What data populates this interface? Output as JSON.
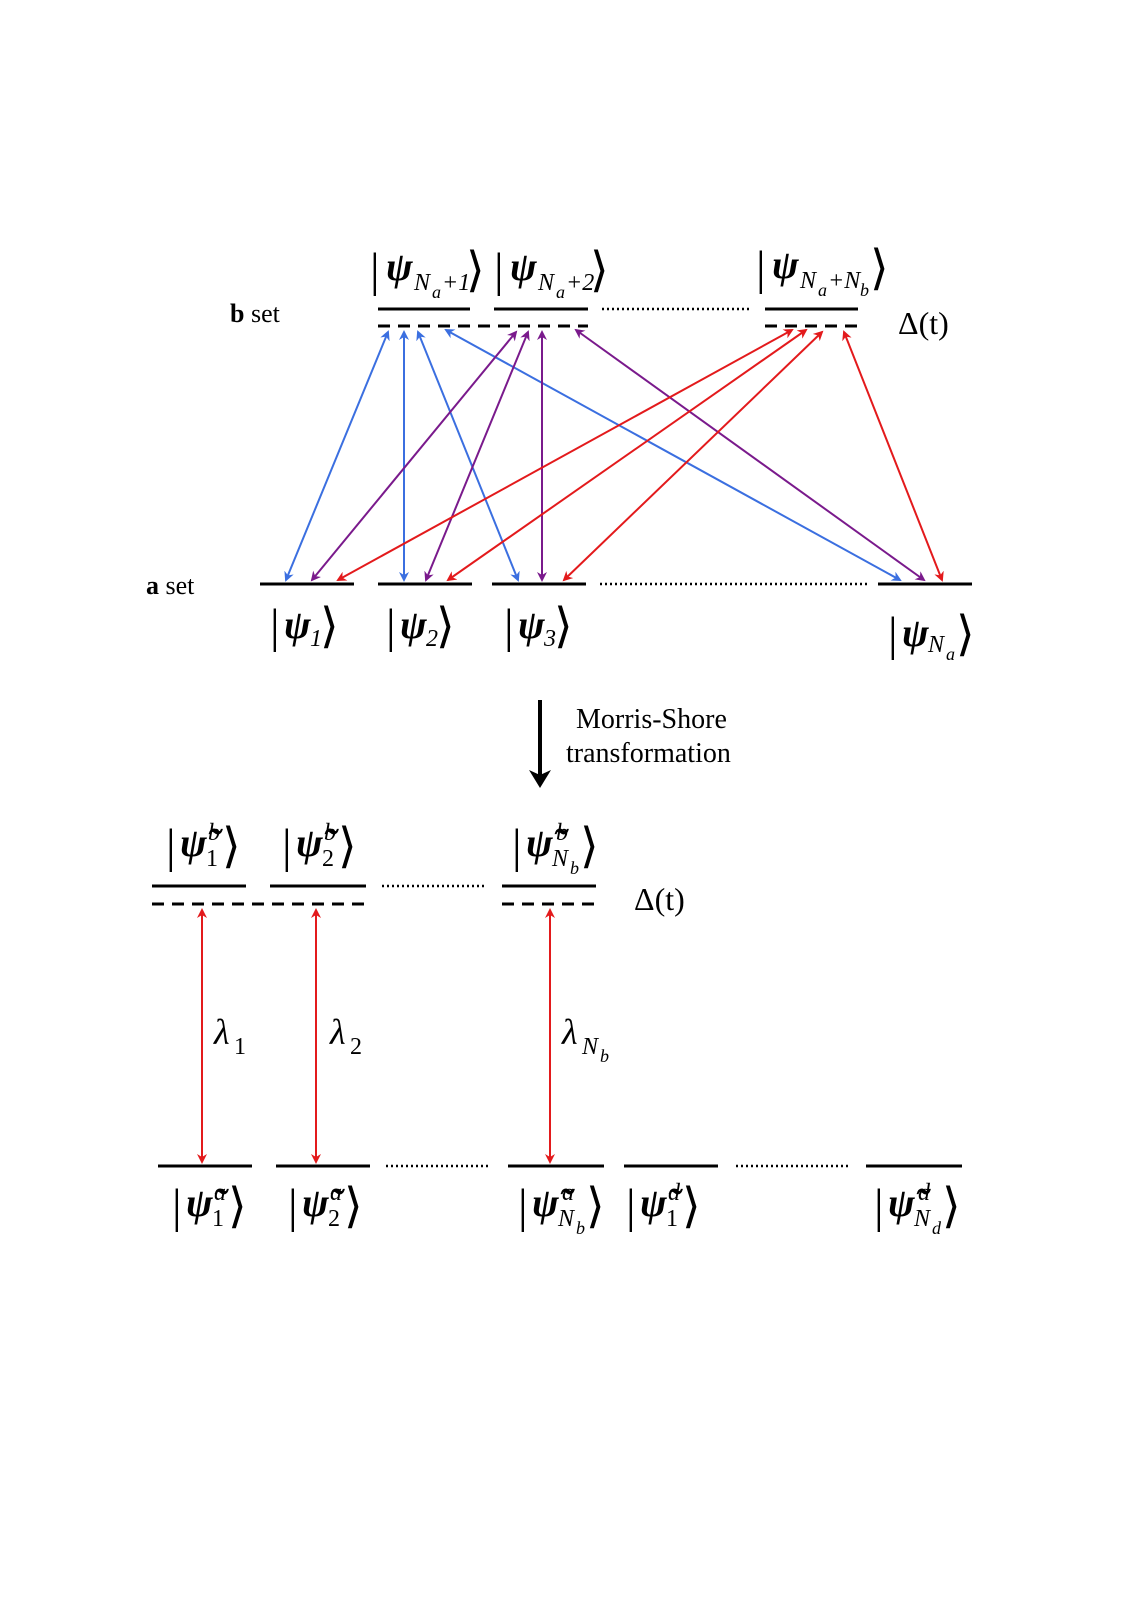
{
  "labels": {
    "b_set_bold": "b",
    "b_set_rest": " set",
    "a_set_bold": "a",
    "a_set_rest": " set",
    "delta_top": "Δ(t)",
    "delta_bottom": "Δ(t)",
    "transform_line1": "Morris-Shore",
    "transform_line2": "transformation"
  },
  "kets_top": {
    "b1_sub": "N",
    "b1_subsub": "a",
    "b1_tail": "+1",
    "b2_sub": "N",
    "b2_subsub": "a",
    "b2_tail": "+2",
    "b3_sub": "N",
    "b3_subsub": "a",
    "b3_mid": "+N",
    "b3_tail": "b",
    "a1_sub": "1",
    "a2_sub": "2",
    "a3_sub": "3",
    "a4_sub": "N",
    "a4_subsub": "a"
  },
  "kets_bottom": {
    "b1_sup": "b",
    "b1_sub": "1",
    "b2_sup": "b",
    "b2_sub": "2",
    "b3_sup": "b",
    "b3_sub": "N",
    "b3_subsub": "b",
    "a1_sup": "a",
    "a1_sub": "1",
    "a2_sup": "a",
    "a2_sub": "2",
    "a3_sup": "a",
    "a3_sub": "N",
    "a3_subsub": "b",
    "d1_sup": "d",
    "d1_sub": "1",
    "d2_sup": "d",
    "d2_sub": "N",
    "d2_subsub": "d"
  },
  "couplings": {
    "lam1_sub": "1",
    "lam2_sub": "2",
    "lam3_sub": "N",
    "lam3_subsub": "b"
  },
  "colors": {
    "blue": "#3b6fe0",
    "purple": "#7a1a8c",
    "red": "#e31a1c",
    "black": "#000000"
  }
}
